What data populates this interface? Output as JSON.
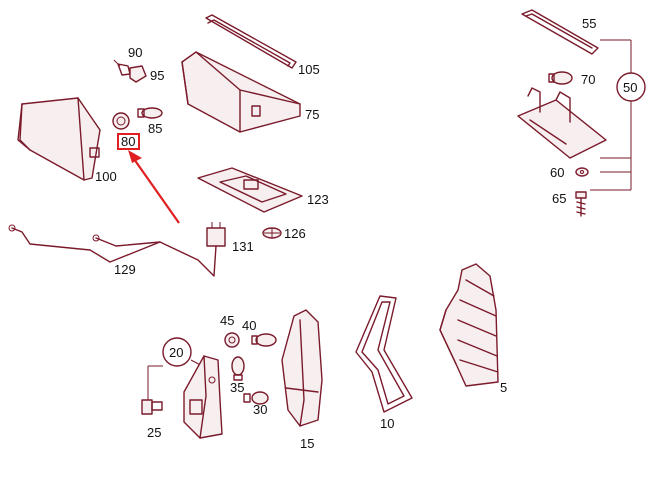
{
  "labels": {
    "p5": "5",
    "p10": "10",
    "p15": "15",
    "p20": "20",
    "p25": "25",
    "p30": "30",
    "p35": "35",
    "p40": "40",
    "p45": "45",
    "p50": "50",
    "p55": "55",
    "p60": "60",
    "p65": "65",
    "p70": "70",
    "p75": "75",
    "p80": "80",
    "p85": "85",
    "p90": "90",
    "p95": "95",
    "p100": "100",
    "p105": "105",
    "p123": "123",
    "p126": "126",
    "p129": "129",
    "p131": "131"
  },
  "highlight": {
    "part": "80",
    "color": "#e02020"
  },
  "colors": {
    "line": "#7a1a2a",
    "text": "#111111",
    "accent": "#e02020"
  }
}
